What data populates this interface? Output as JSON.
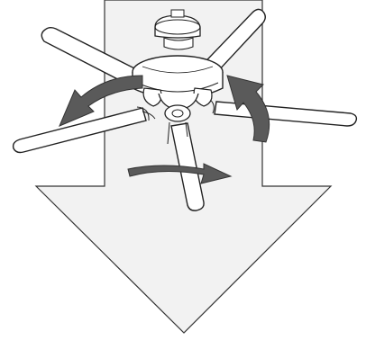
{
  "figure": {
    "subject": "ceiling-fan",
    "blade_count": 5,
    "rotation_direction": "counterclockwise",
    "airflow_direction": "downward",
    "colors": {
      "airflow_arrow_fill": "#f2f2f2",
      "rotation_arrow_fill": "#5a5a5a",
      "line": "#222222",
      "blade_fill": "#ffffff"
    }
  }
}
